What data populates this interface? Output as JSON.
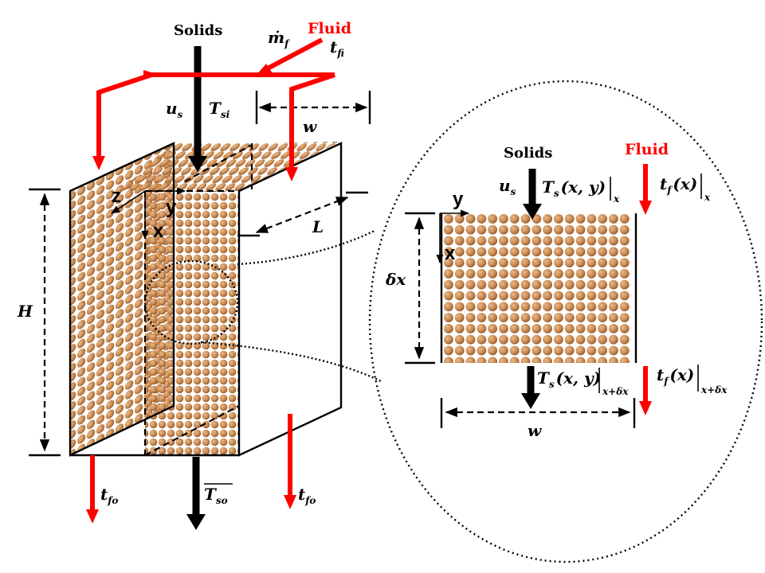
{
  "left": {
    "solids_label": "Solids",
    "fluid_label": "Fluid",
    "mdot_label": "ṁ",
    "mdot_sub": "f",
    "tfi_label": "t",
    "tfi_sub": "fi",
    "us_label": "u",
    "us_sub": "s",
    "tsi_label": "T",
    "tsi_sub": "si",
    "w_label": "w",
    "l_label": "L",
    "h_label": "H",
    "axis_z": "z",
    "axis_y": "y",
    "axis_x": "x",
    "tfo_left_label": "t",
    "tfo_left_sub": "fo",
    "tso_label": "T",
    "tso_sub": "so",
    "tfo_right_label": "t",
    "tfo_right_sub": "fo"
  },
  "zoom": {
    "solids_label": "Solids",
    "fluid_label": "Fluid",
    "us_label": "u",
    "us_sub": "s",
    "ts_top_label": "T",
    "ts_top_sub": "s",
    "ts_top_args": "(x, y)",
    "ts_top_eval": "x",
    "tf_top_label": "t",
    "tf_top_sub": "f",
    "tf_top_args": "(x)",
    "tf_top_eval": "x",
    "axis_y": "y",
    "axis_x": "x",
    "dx_label": "δx",
    "ts_bot_label": "T",
    "ts_bot_sub": "s",
    "ts_bot_args": "(x, y)",
    "ts_bot_eval": "x+δx",
    "tf_bot_label": "t",
    "tf_bot_sub": "f",
    "tf_bot_args": "(x)",
    "tf_bot_eval": "x+δx",
    "w_label": "w"
  },
  "colors": {
    "fluid": "#ff0000",
    "solids": "#000000",
    "particle": "#c98a52",
    "particle_dark": "#9a5f2f"
  }
}
